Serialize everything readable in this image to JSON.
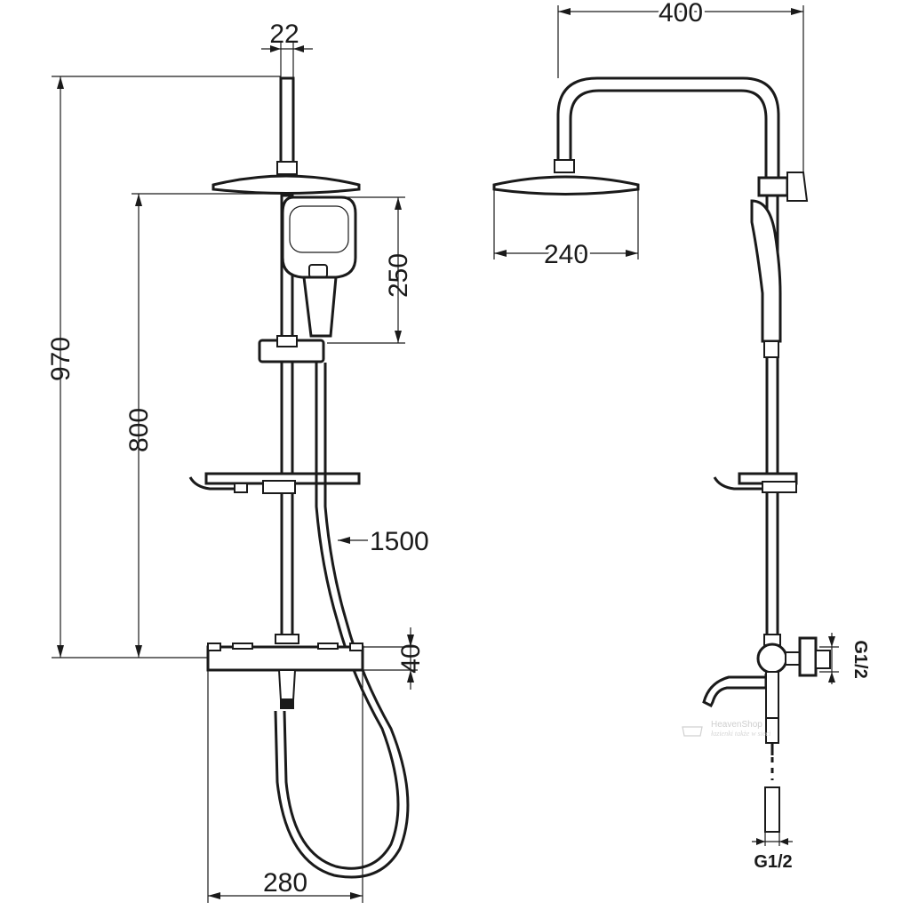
{
  "dimensions": {
    "pipe_diameter": "22",
    "total_height": "970",
    "bar_length": "800",
    "hand_shower_length": "250",
    "hose_length": "1500",
    "body_height": "40",
    "body_width": "280",
    "arm_reach": "400",
    "head_diameter": "240",
    "outlet_thread": "G1/2",
    "inlet_thread": "G1/2"
  },
  "watermark": {
    "brand": "HeavenShop",
    "tagline": "łazienki  także  w  sieci"
  },
  "colors": {
    "line": "#1a1a1a",
    "background": "#ffffff",
    "watermark": "#cfcfcf"
  }
}
